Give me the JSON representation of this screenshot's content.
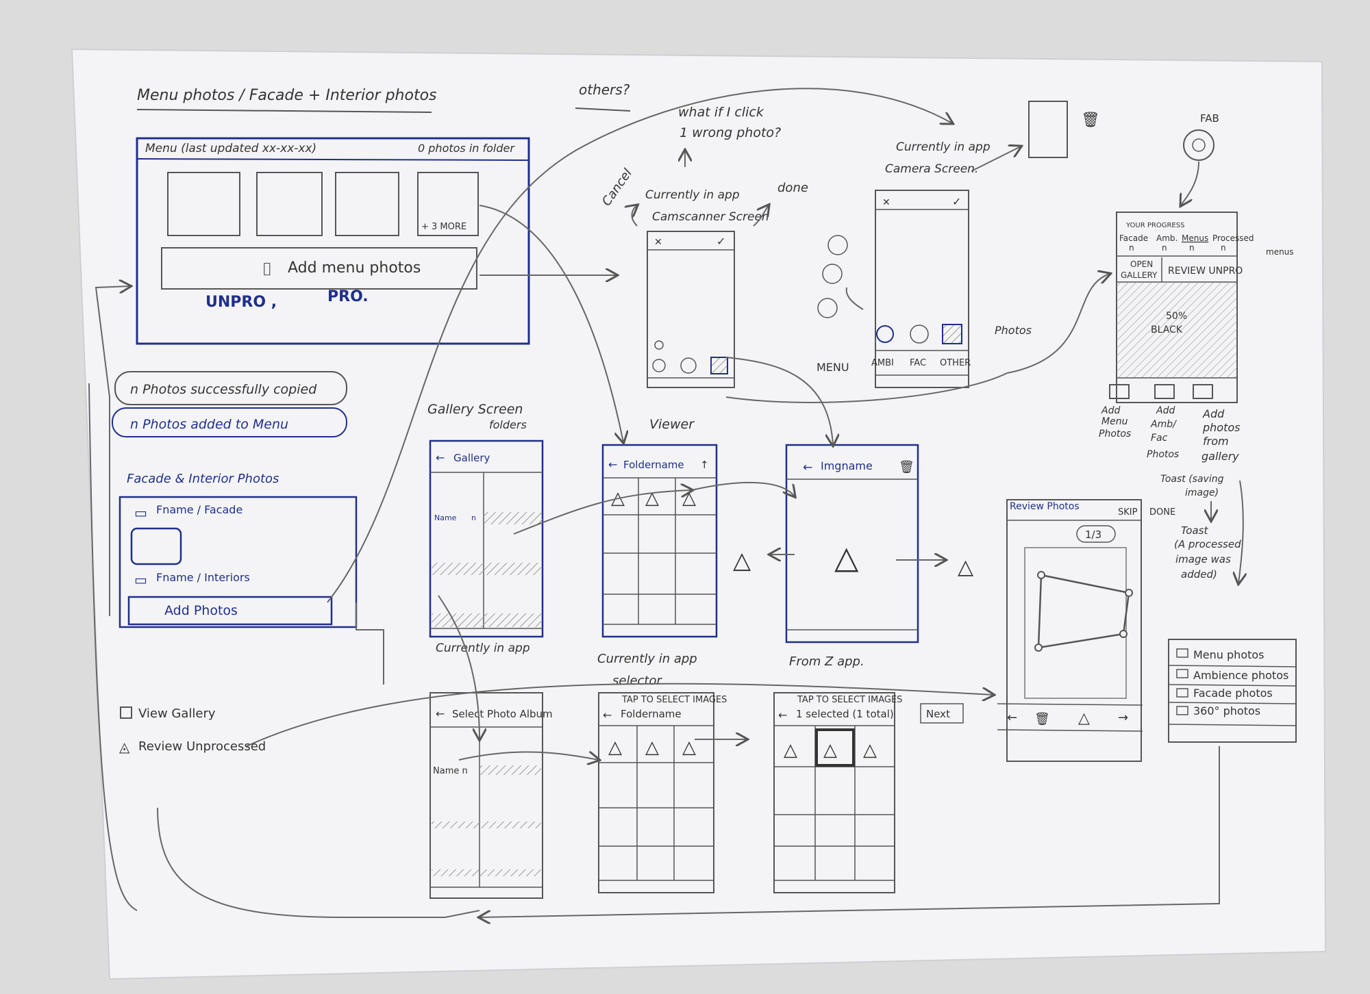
{
  "colors": {
    "paper": "#f4f4f6",
    "background": "#d9d9d9",
    "pen": "#1f2f8a",
    "pencil": "#3a3a3a"
  },
  "header": {
    "title": "Menu photos / Facade + Interior photos",
    "others": "others?"
  },
  "menu_card": {
    "title": "Menu (last updated  xx-xx-xx)",
    "count": "0 photos in folder",
    "more": "+ 3 MORE",
    "add_button": "Add menu photos",
    "unpro": "UNPRO ,",
    "pro": "PRO."
  },
  "toasts": {
    "copied": "n Photos successfully copied",
    "added": "n Photos added to Menu"
  },
  "facade_card": {
    "title": "Facade & Interior Photos",
    "folder_facade": "Fname / Facade",
    "folder_interiors": "Fname / Interiors",
    "add_button": "Add Photos"
  },
  "side_links": {
    "view_gallery": "View Gallery",
    "review_unprocessed": "Review Unprocessed"
  },
  "camscanner": {
    "cancel": "Cancel",
    "done": "done",
    "label_current": "Currently in app",
    "label_name": "Camscanner Screen",
    "question_1": "what if I click",
    "question_2": "1 wrong photo?"
  },
  "camera": {
    "label_current": "Currently in app",
    "label_name": "Camera Screen.",
    "tab_ambi": "AMBI",
    "tab_fac": "FAC",
    "tab_other": "OTHER",
    "menu": "MENU",
    "photos": "Photos"
  },
  "fab": {
    "label": "FAB"
  },
  "progress": {
    "title": "YOUR PROGRESS",
    "stats": [
      "Facade",
      "Amb.",
      "Menus",
      "Processed"
    ],
    "stats_value": "n",
    "extra": "menus",
    "open_gallery_1": "OPEN",
    "open_gallery_2": "GALLERY",
    "review": "REVIEW UNPRO",
    "overlay_1": "50%",
    "overlay_2": "BLACK",
    "caption_1": [
      "Add",
      "Menu",
      "Photos"
    ],
    "caption_2": [
      "Add",
      "Amb/",
      "Fac",
      "Photos"
    ],
    "caption_3": [
      "Add",
      "photos",
      "from",
      "gallery"
    ]
  },
  "gallery_screen": {
    "label_1": "Gallery Screen",
    "label_2": "folders",
    "header": "Gallery",
    "row": "Name",
    "row_count": "n",
    "caption": "Currently in app"
  },
  "viewer": {
    "label": "Viewer",
    "header": "Foldername",
    "caption": "Currently in app"
  },
  "img_screen": {
    "header": "Imgname",
    "caption": "From Z app."
  },
  "review": {
    "header": "Review Photos",
    "skip": "SKIP",
    "done": "DONE",
    "counter": "1/3"
  },
  "notes": {
    "toast_saving_1": "Toast (saving",
    "toast_saving_2": "image)",
    "toast_processed": [
      "Toast",
      "(A processed",
      "image was",
      "added)"
    ]
  },
  "upload_menu": {
    "items": [
      "Menu photos",
      "Ambience photos",
      "Facade photos",
      "360° photos"
    ]
  },
  "album_screen": {
    "header": "Select Photo Album",
    "row": "Name n"
  },
  "selector": {
    "label": "selector",
    "hint": "TAP TO SELECT IMAGES",
    "header": "Foldername"
  },
  "selector2": {
    "hint": "TAP TO SELECT IMAGES",
    "header": "1 selected (1 total)",
    "next": "Next"
  }
}
